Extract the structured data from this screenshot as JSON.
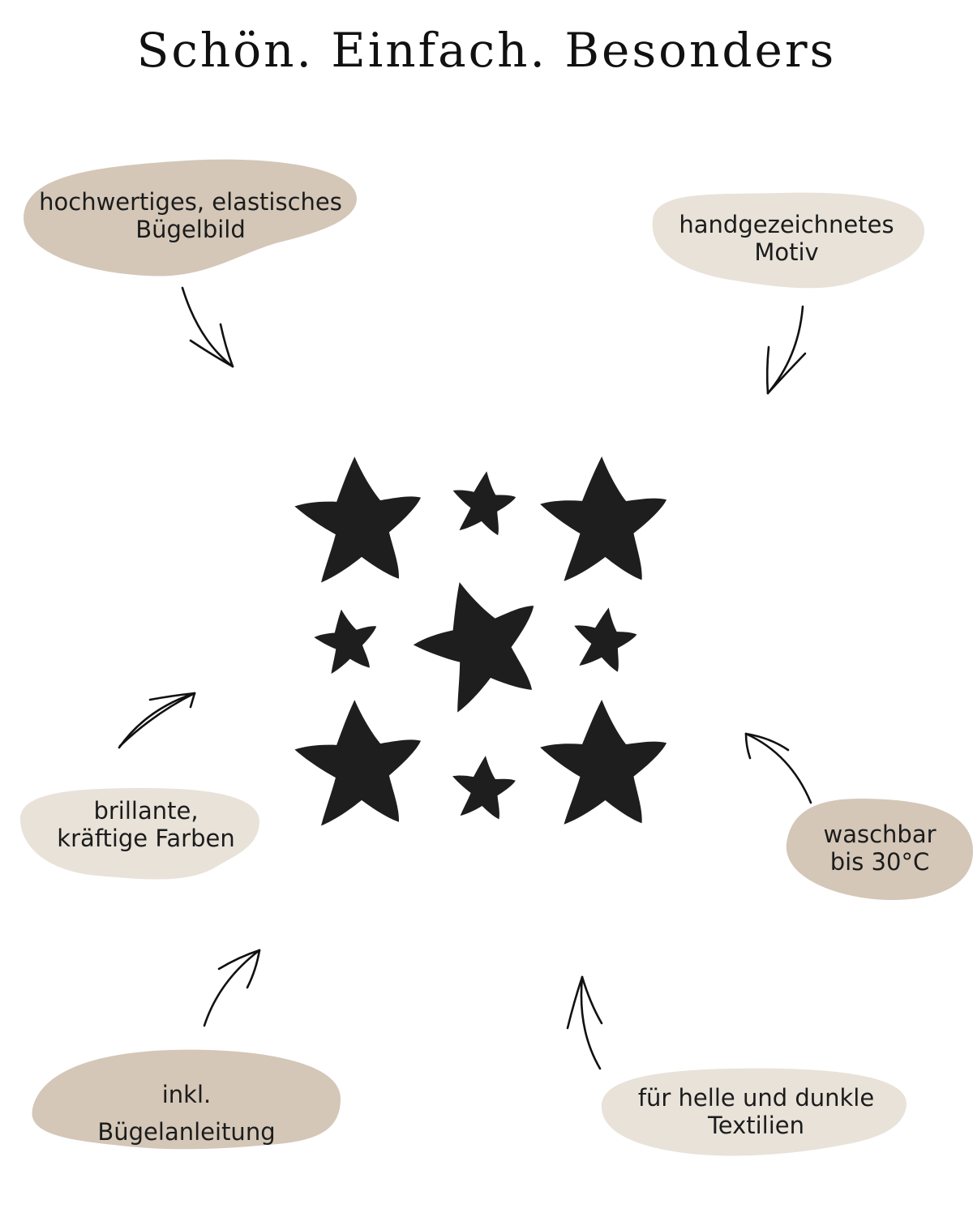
{
  "title": "Schön. Einfach. Besonders",
  "features": [
    {
      "lines": [
        "hochwertiges, elastisches",
        "Bügelbild"
      ]
    },
    {
      "lines": [
        "handgezeichnetes",
        "Motiv"
      ]
    },
    {
      "lines": [
        "brillante,",
        "kräftige Farben"
      ]
    },
    {
      "lines": [
        "waschbar",
        "bis 30°C"
      ]
    },
    {
      "lines": [
        "inkl.",
        "Bügelanleitung"
      ]
    },
    {
      "lines": [
        "für helle und dunkle",
        "Textilien"
      ]
    }
  ],
  "colors": {
    "blob_dark": "#d4c7b8",
    "blob_light": "#e8e2d9",
    "star": "#1e1e1e",
    "arrow": "#111111"
  },
  "icons": [
    "star-icon",
    "arrow-icon"
  ]
}
